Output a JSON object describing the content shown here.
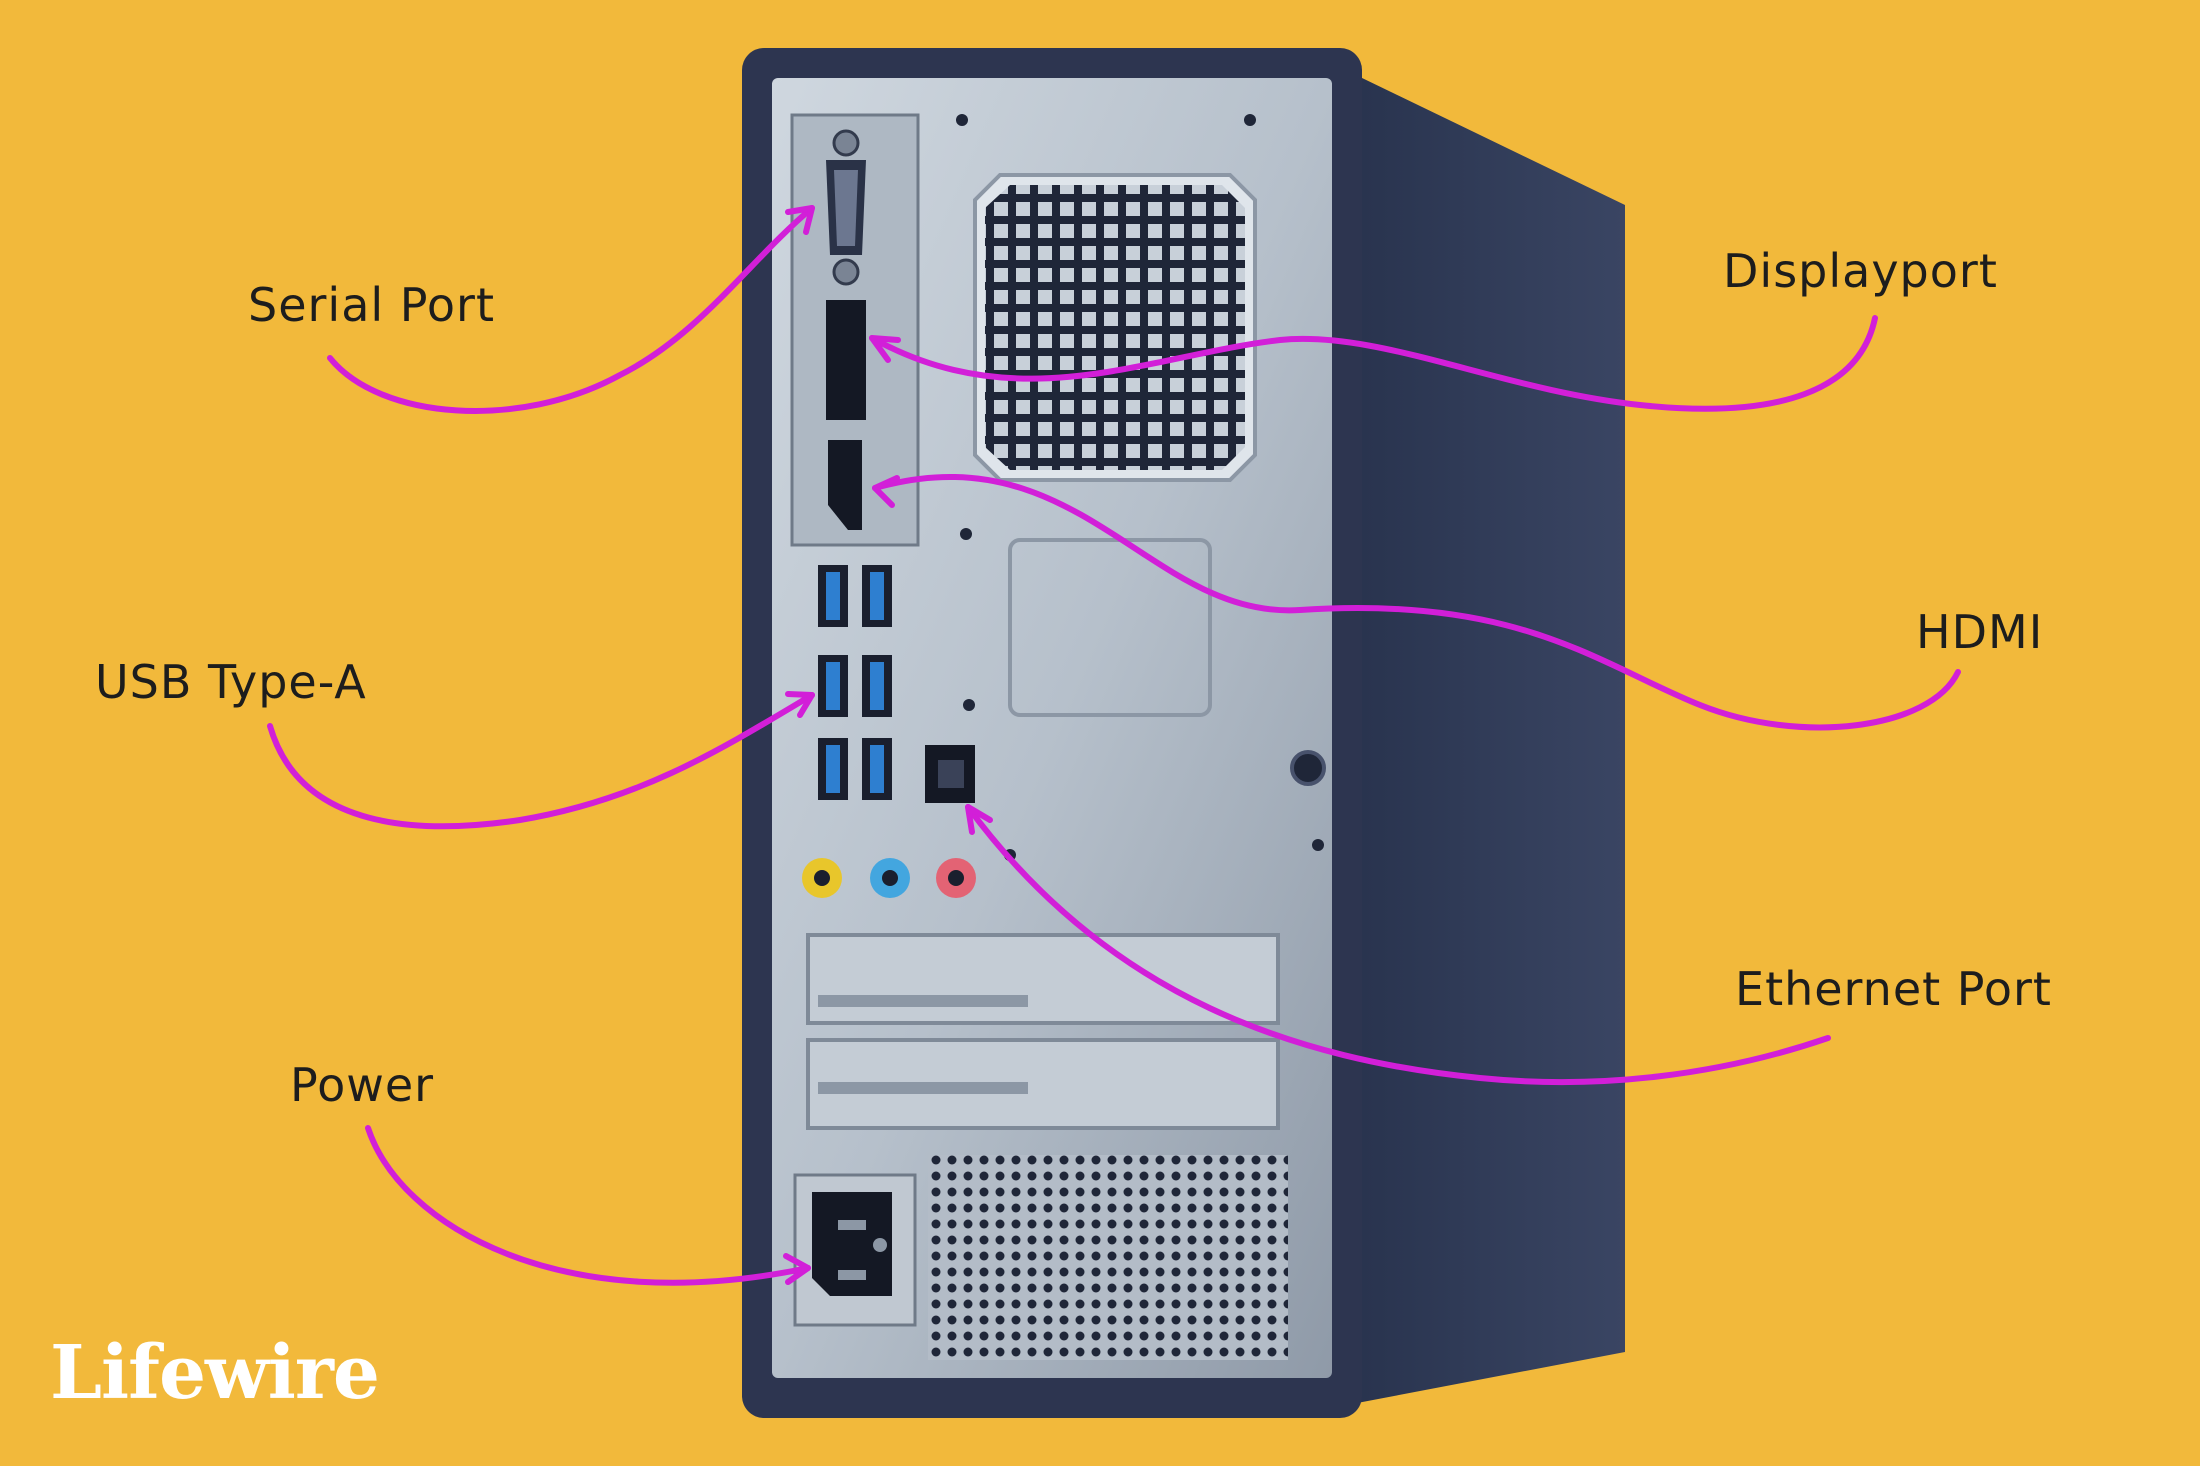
{
  "labels": {
    "serial_port": "Serial Port",
    "usb_type_a": "USB Type-A",
    "power": "Power",
    "displayport": "Displayport",
    "hdmi": "HDMI",
    "ethernet_port": "Ethernet Port"
  },
  "brand": "Lifewire",
  "colors": {
    "background": "#F2B93B",
    "arrow": "#D21FD8",
    "case_dark": "#2D3550",
    "panel_metal": "#B9C3CE",
    "usb_blue": "#2E7FD0",
    "audio_yellow": "#E8C62B",
    "audio_blue": "#43A6DF",
    "audio_pink": "#E36374"
  }
}
